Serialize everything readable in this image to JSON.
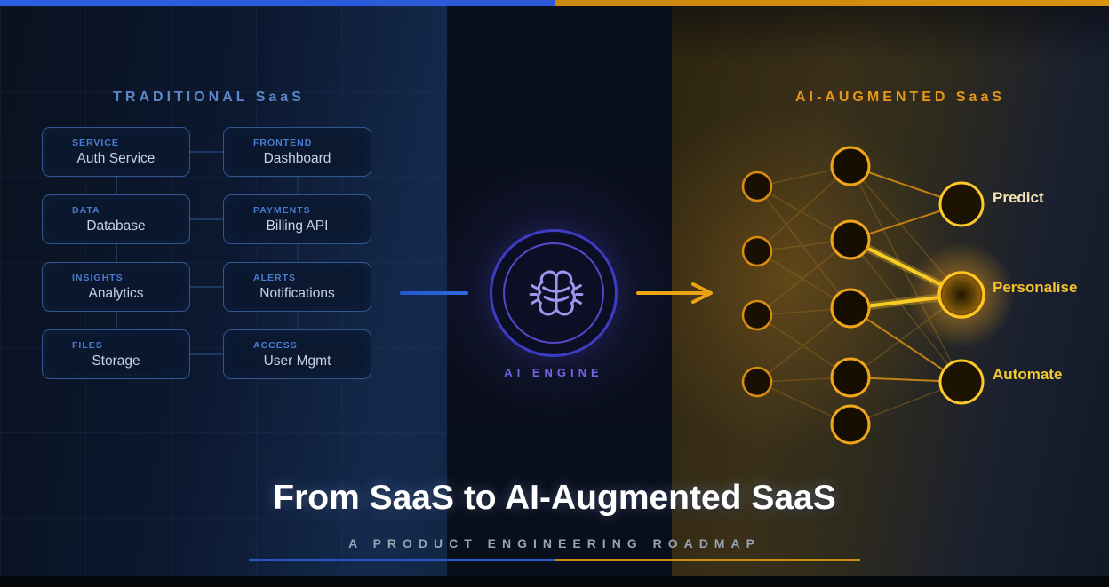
{
  "left_section": {
    "heading": "TRADITIONAL SaaS",
    "cards": [
      {
        "label": "SERVICE",
        "title": "Auth Service"
      },
      {
        "label": "FRONTEND",
        "title": "Dashboard"
      },
      {
        "label": "DATA",
        "title": "Database"
      },
      {
        "label": "PAYMENTS",
        "title": "Billing API"
      },
      {
        "label": "INSIGHTS",
        "title": "Analytics"
      },
      {
        "label": "ALERTS",
        "title": "Notifications"
      },
      {
        "label": "FILES",
        "title": "Storage"
      },
      {
        "label": "ACCESS",
        "title": "User Mgmt"
      }
    ]
  },
  "engine": {
    "label": "AI ENGINE"
  },
  "right_section": {
    "heading": "AI-AUGMENTED SaaS",
    "outputs": [
      {
        "label": "Predict"
      },
      {
        "label": "Personalise"
      },
      {
        "label": "Automate"
      }
    ]
  },
  "footer": {
    "title": "From SaaS to AI-Augmented SaaS",
    "subtitle": "A PRODUCT ENGINEERING ROADMAP"
  },
  "icons": {
    "engine": "brain-icon",
    "transform": "arrow-right-icon"
  },
  "colors": {
    "accent_blue": "#2d5fe2",
    "accent_orange": "#d8930f",
    "heading_blue": "#5d88c8",
    "heading_orange": "#e8971a",
    "engine_purple": "#7266e4",
    "node_ring": "#f0a418",
    "highlight_yellow": "#f8ce25"
  }
}
